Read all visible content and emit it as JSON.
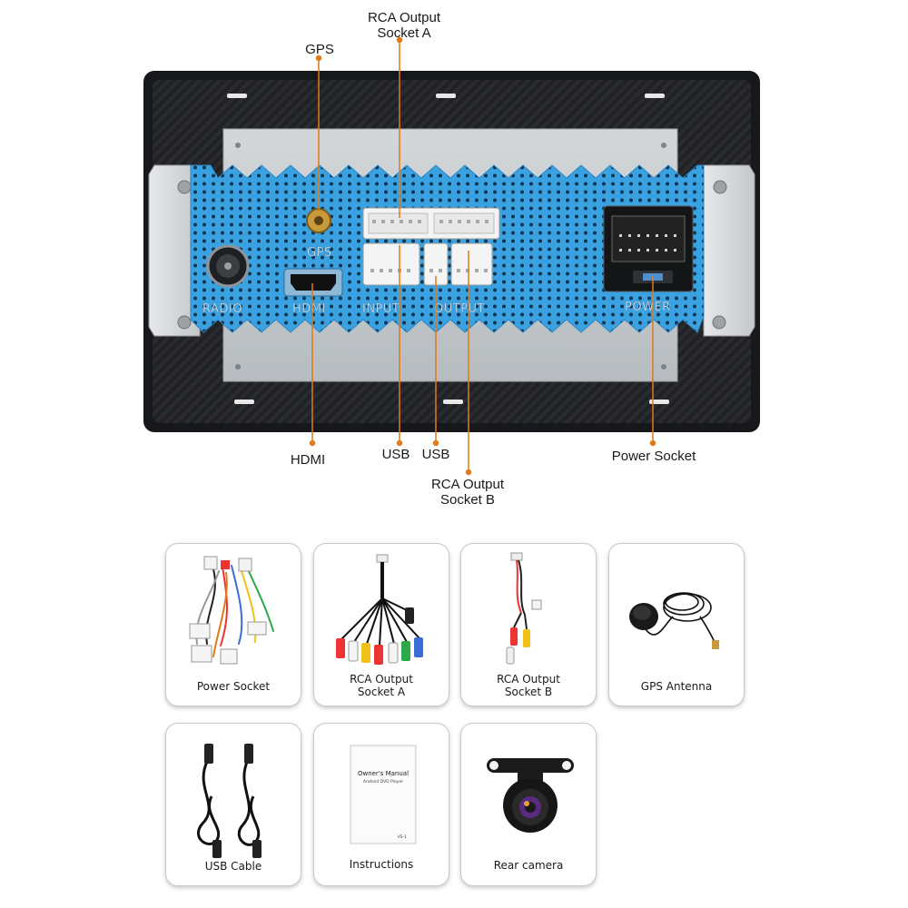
{
  "diagram": {
    "callouts": {
      "gps": "GPS",
      "rca_a": [
        "RCA Output",
        "Socket A"
      ],
      "hdmi": "HDMI",
      "usb_1": "USB",
      "usb_2": "USB",
      "rca_b": [
        "RCA Output",
        "Socket B"
      ],
      "power": "Power Socket"
    },
    "panel_prints": {
      "radio": "RADIO",
      "gps": "GPS",
      "hdmi": "HDMI",
      "input": "INPUT",
      "output": "OUTPUT",
      "power": "POWER"
    },
    "colors": {
      "callout_line": "#e07b1a",
      "heatsink_blue": "#3aa0e0",
      "frame": "#1c1d20",
      "plate": "#c3c8cc"
    }
  },
  "accessories": [
    {
      "id": "power-socket",
      "label": [
        "Power Socket"
      ]
    },
    {
      "id": "rca-a",
      "label": [
        "RCA Output",
        "Socket A"
      ]
    },
    {
      "id": "rca-b",
      "label": [
        "RCA Output",
        "Socket B"
      ]
    },
    {
      "id": "gps-antenna",
      "label": [
        "GPS Antenna"
      ]
    },
    {
      "id": "usb-cable",
      "label": [
        "USB Cable"
      ]
    },
    {
      "id": "instructions",
      "label": [
        "Instructions"
      ]
    },
    {
      "id": "rear-camera",
      "label": [
        "Rear camera"
      ]
    }
  ],
  "manual": {
    "title": "Owner's Manual",
    "subtitle": "Android DVD Player",
    "code": "VS-1"
  }
}
